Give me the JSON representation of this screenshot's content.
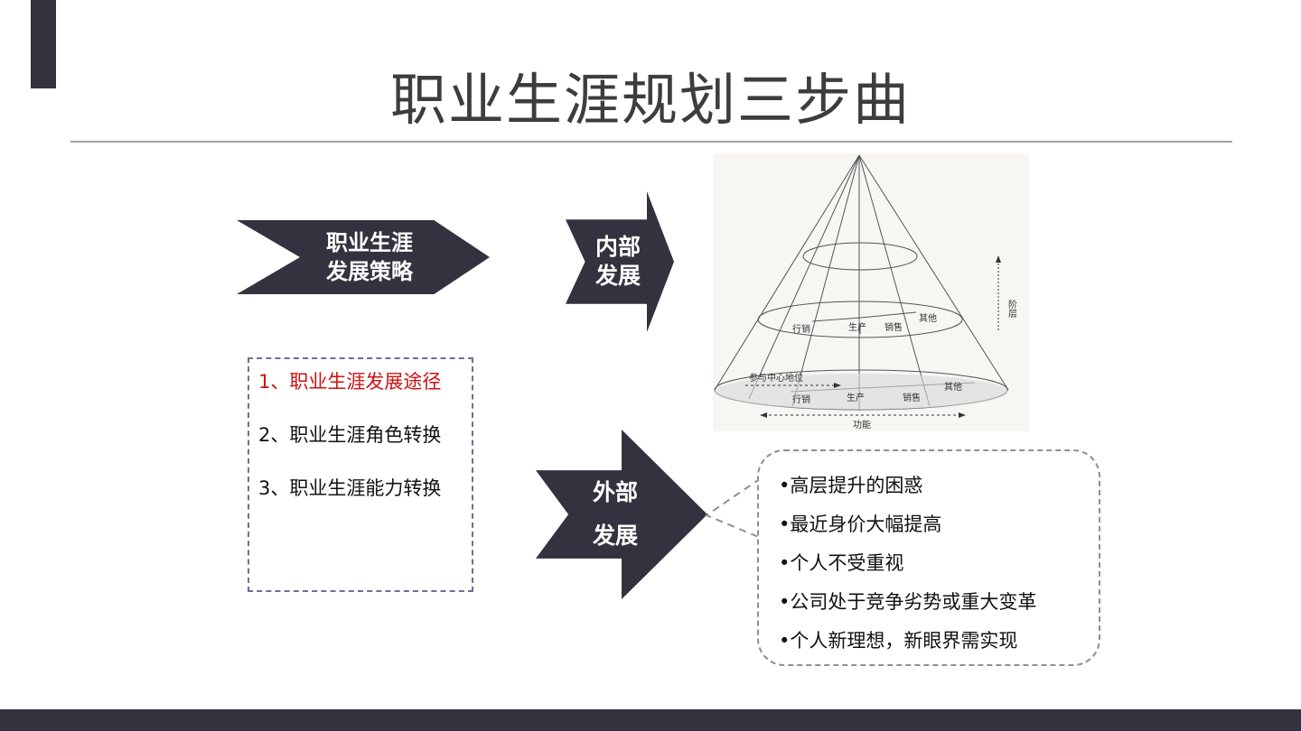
{
  "title": "职业生涯规划三步曲",
  "strategy": {
    "line1": "职业生涯",
    "line2": "发展策略"
  },
  "internal": {
    "line1": "内部",
    "line2": "发展"
  },
  "external": {
    "line1": "外部",
    "line2": "发展"
  },
  "paths": [
    {
      "label": "1、职业生涯发展途径",
      "active": true
    },
    {
      "label": "2、职业生涯角色转换",
      "active": false
    },
    {
      "label": "3、职业生涯能力转换",
      "active": false
    }
  ],
  "external_reasons": [
    "•高层提升的困惑",
    "•最近身价大幅提高",
    "•个人不受重视",
    "•公司处于竞争劣势或重大变革",
    "•个人新理想，新眼界需实现"
  ],
  "cone": {
    "level_axis_label": "阶层",
    "function_axis_label": "功能",
    "center_label": "参与中心地位",
    "mid_ring": {
      "marketing": "行销",
      "production": "生产",
      "sales": "销售",
      "other": "其他"
    },
    "base_ring": {
      "marketing": "行销",
      "production": "生产",
      "sales": "销售",
      "other": "其他"
    }
  },
  "colors": {
    "dark": "#35323f",
    "accent_red": "#cc1111",
    "dash_purple": "#736a9a",
    "dash_gray": "#8f8f8f"
  }
}
